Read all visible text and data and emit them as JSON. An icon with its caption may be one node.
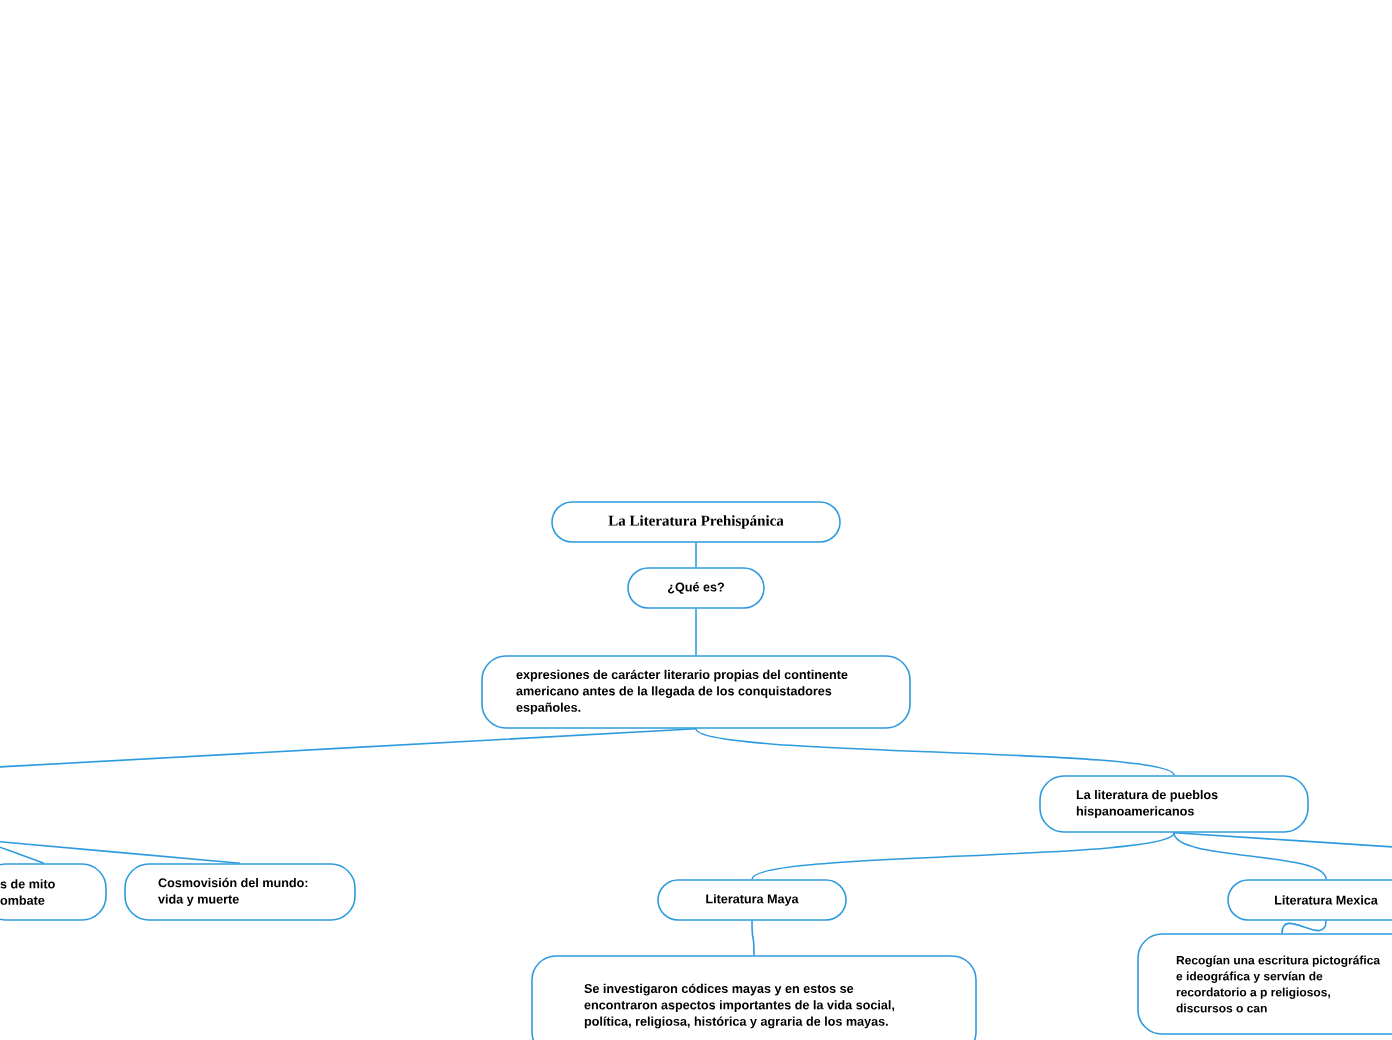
{
  "diagram": {
    "nodes": [
      {
        "text": [
          "La Literatura Prehispánica"
        ]
      },
      {
        "text": [
          "¿Qué es?"
        ]
      },
      {
        "text": [
          "expresiones de carácter literario propias del continente americano antes de la llegada de los conquistadores españoles."
        ]
      },
      {
        "text": [
          "La literatura de pueblos hispanoamericanos"
        ]
      },
      {
        "text": [
          "s de mito ombate"
        ]
      },
      {
        "text": [
          "Cosmovisión del mundo: vida y muerte"
        ]
      },
      {
        "text": [
          "Literatura Maya"
        ]
      },
      {
        "text": [
          "Literatura Mexica"
        ]
      },
      {
        "text": [
          "Se investigaron códices mayas y en estos se encontraron aspectos importantes de la vida social, política, religiosa, histórica y agraria de los mayas."
        ]
      },
      {
        "text": [
          "Recogían una escritura pictográfica e ideográfica y servían de recordatorio a p religiosos, discursos o can"
        ]
      }
    ],
    "edges": [
      {
        "from": 0,
        "to": 1,
        "arrow": "none"
      },
      {
        "from": 1,
        "to": 2,
        "arrow": "none"
      },
      {
        "from": 2,
        "to": null,
        "arrow": "none"
      },
      {
        "from": 2,
        "to": 3,
        "arrow": "none"
      },
      {
        "from": null,
        "to": 4,
        "arrow": "none"
      },
      {
        "from": null,
        "to": 5,
        "arrow": "none"
      },
      {
        "from": 3,
        "to": 6,
        "arrow": "none"
      },
      {
        "from": 3,
        "to": 7,
        "arrow": "none"
      },
      {
        "from": 3,
        "to": null,
        "arrow": "none"
      },
      {
        "from": 6,
        "to": 8,
        "arrow": "none"
      },
      {
        "from": 7,
        "to": 9,
        "arrow": "none"
      }
    ]
  }
}
